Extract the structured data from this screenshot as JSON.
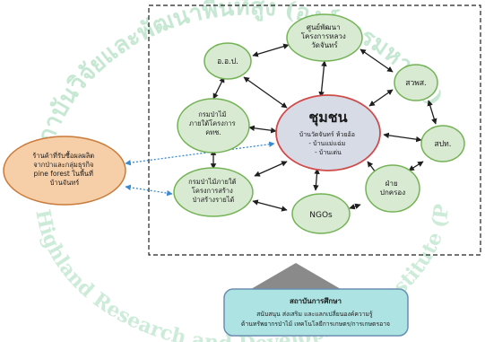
{
  "watermark": {
    "thai_arc": "สถาบันวิจัยและพัฒนาพื้นที่สูง (องค์การมหาชน)",
    "en_arc": "Highland Research and Development Institute (Public Organization)"
  },
  "center": {
    "title": "ชุมชน",
    "lines": [
      "บ้านวัดจันทร์ ห้วยอ้อ",
      "- บ้านแม่แฉ่ม",
      "- บ้านเด่น"
    ]
  },
  "nodes": {
    "top_center": [
      "ศูนย์พัฒนา",
      "โครงการหลวง",
      "วัดจันทร์"
    ],
    "oop": "อ.อ.ป.",
    "spod": "สวพส.",
    "forest_dept": [
      "กรมป่าไม้",
      "ภายใต้โครงการ",
      "คทช."
    ],
    "dnp": "สปท.",
    "district": [
      "ฝ่าย",
      "ปกครอง"
    ],
    "ngos": "NGOs",
    "royal_forest": [
      "กรมป่าไม้ภายใต้",
      "โครงการสร้าง",
      "ป่าสร้างรายได้"
    ],
    "shop": [
      "ร้านค้าที่รับซื้อผลผลิต",
      "จากป่าและกลุ่มธุรกิจ",
      "pine forest ในพื้นที่",
      "บ้านจันทร์"
    ]
  },
  "institute": {
    "title": "สถาบันการศึกษา",
    "lines": [
      "สนับสนุน ส่งเสริม และแลกเปลี่ยนองค์ความรู้",
      "ด้านทรัพยากรป่าไม้ เทคโนโลยีการเกษตร/การเกษตรอาจ"
    ]
  },
  "colors": {
    "node_fill": "#d9ead3",
    "node_stroke": "#73b355",
    "center_fill": "#d6dbe6",
    "center_stroke": "#d04b4b",
    "shop_fill": "#f6cfa8",
    "shop_stroke": "#c97b3a",
    "inst_fill": "#aee3e3",
    "inst_stroke": "#6a8fb0",
    "arrow": "#1e1e1e",
    "dotted": "#3a8ad0"
  }
}
